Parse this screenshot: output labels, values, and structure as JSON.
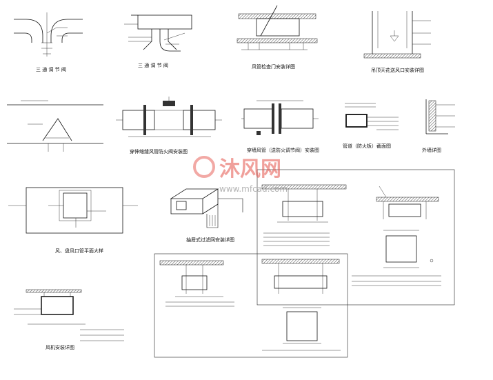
{
  "captions": {
    "three_way_valve_1": "三 通 调 节 阀",
    "three_way_valve_2": "三 通 调 节 阀",
    "duct_access_door": "风管检查门安装详图",
    "ceiling_vent": "吊顶天花送风口安装详图",
    "fire_damper_wall": "穿伸缩缝风管防火阀安装图",
    "fire_damper_floor": "穿墙风管（送防火调节阀）安装图",
    "duct_section": "管道（防火板）截面图",
    "wall_detail": "外墙详图",
    "duct_coil_plan": "风、盘风口管平面大样",
    "filter_box": "抽屉式过滤网安装详图",
    "fan_install": "风机安装详图"
  },
  "watermark": {
    "logo_text": "沐风网",
    "url": "www.mfcad.com"
  },
  "colors": {
    "line": "#111111",
    "watermark": "#e5534b"
  }
}
